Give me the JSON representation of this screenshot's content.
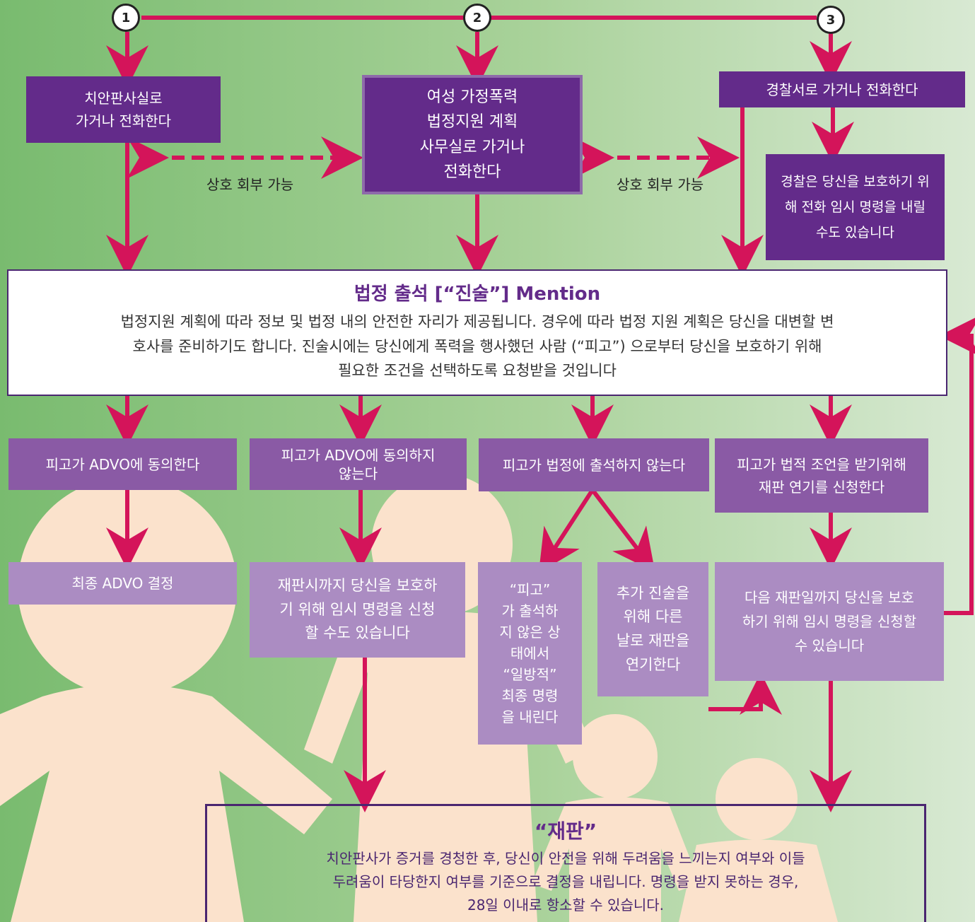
{
  "step_numbers": [
    "1",
    "2",
    "3"
  ],
  "boxes": {
    "judge_office": "치안판사실로\n가거나 전화한다",
    "advocacy_office": "여성 가정폭력\n법정지원 계획\n사무실로 가거나\n전화한다",
    "police": "경찰서로 가거나 전화한다",
    "police_order": "경찰은 당신을 보호하기 위\n해 전화 임시 명령을 내릴\n수도 있습니다",
    "agree": "피고가 ADVO에 동의한다",
    "disagree": "피고가 ADVO에 동의하지\n않는다",
    "absent": "피고가 법정에 출석하지 않는다",
    "adjourn": "피고가 법적 조언을 받기위해\n재판 연기를 신청한다",
    "final_advo": "최종 ADVO 결정",
    "interim_until_hearing": "재판시까지 당신을 보호하\n기 위해 임시 명령을 신청\n할 수도 있습니다",
    "ex_parte": "“피고”\n가 출석하\n지 않은 상\n태에서\n“일방적”\n최종 명령\n을 내린다",
    "another_day": "추가 진술을\n위해 다른\n날로 재판을\n연기한다",
    "interim_next_date": "다음 재판일까지 당신을 보호\n하기 위해 임시 명령을 신청할\n수 있습니다"
  },
  "referral_labels": [
    "상호 회부 가능",
    "상호 회부 가능"
  ],
  "mention": {
    "title": "법정 출석 [“진술”] Mention",
    "body": "법정지원 계획에 따라 정보 및 법정 내의 안전한 자리가 제공됩니다. 경우에 따라 법정 지원 계획은 당신을 대변할 변\n호사를 준비하기도 합니다. 진술시에는 당신에게 폭력을 행사했던 사람 (“피고”) 으로부터 당신을 보호하기 위해\n필요한 조건을 선택하도록 요청받을 것입니다"
  },
  "trial": {
    "title": "“재판”",
    "body": "치안판사가 증거를 경청한 후, 당신이 안전을 위해 두려움을 느끼는지 여부와 이들\n두려움이 타당한지 여부를 기준으로 결정을 내립니다. 명령을 받지 못하는 경우,\n28일 이내로 항소할 수 있습니다."
  },
  "colors": {
    "arrow": "#d4145a",
    "dark_box": "#632b8a",
    "mid_box": "#8a5aa5",
    "light_box": "#ab8cc2",
    "figure": "#fbe2cc",
    "bg_left": "#7fbf74",
    "bg_right": "#d8e9d3"
  }
}
